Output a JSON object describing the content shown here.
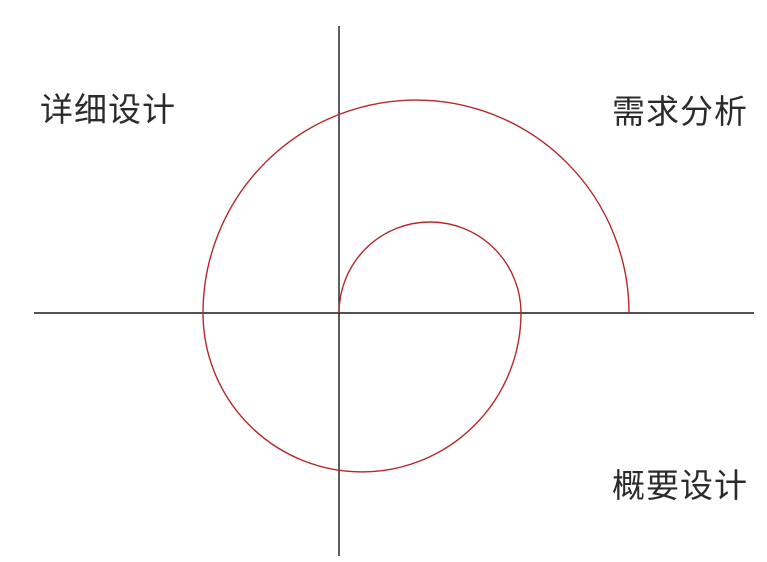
{
  "labels": {
    "top_left": "详细设计",
    "top_right": "需求分析",
    "bottom_right": "概要设计"
  },
  "colors": {
    "axis": "#1a1a1a",
    "spiral": "#b5282c",
    "text": "#2b2b2b"
  }
}
